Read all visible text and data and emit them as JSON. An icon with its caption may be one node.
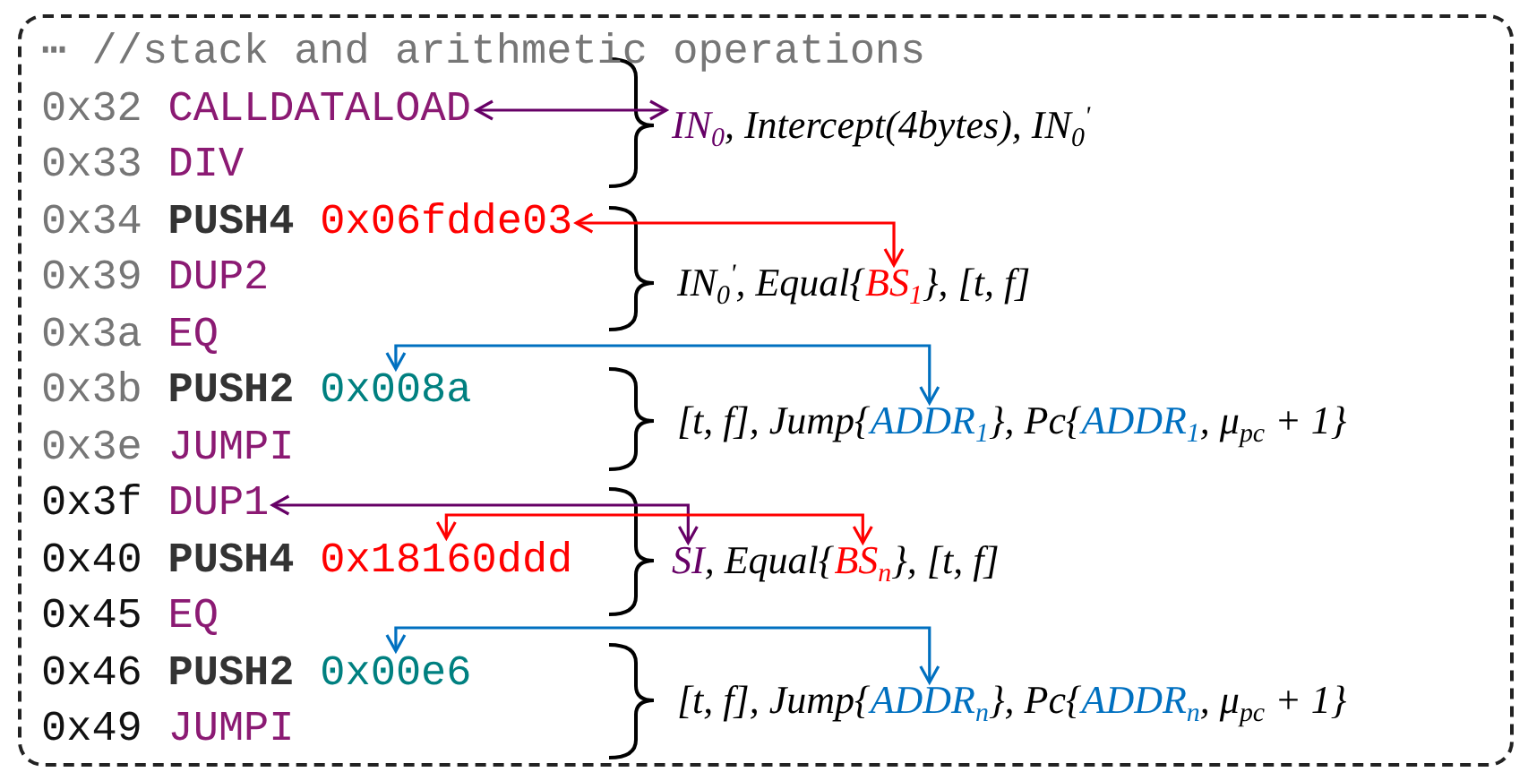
{
  "diagram": {
    "nodes": [
      {
        "text": [
          "⋯ //stack and arithmetic operations"
        ]
      },
      {
        "text": [
          "CALLDATALOAD"
        ],
        "in": 0
      },
      {
        "text": [
          "0x06fdde03"
        ],
        "in": 0
      },
      {
        "text": [
          "0x008a"
        ],
        "in": 0
      },
      {
        "text": [
          "DUP1"
        ],
        "in": 0
      },
      {
        "text": [
          "0x18160ddd"
        ],
        "in": 0
      },
      {
        "text": [
          "0x00e6"
        ],
        "in": 0
      },
      {
        "text": [
          "IN$_{0}$",
          ", Intercept(4bytes), IN$_{0}$$^{'}$"
        ],
        "in": 0
      },
      {
        "text": [
          "IN$_{0}$$^{'}$, Equal{",
          "BS$_{1}$",
          "}, [t, f]"
        ],
        "in": 0
      },
      {
        "text": [
          "[t, f], Jump{",
          "ADDR$_{1}$",
          "}, Pc{",
          "ADDR$_{1}$",
          ", μ$_{pc}$ + 1}"
        ],
        "in": 0
      },
      {
        "text": [
          "SI",
          ", Equal{",
          "BS$_{n}$",
          "}, [t, f]"
        ],
        "in": 0
      },
      {
        "text": [
          "[t, f], Jump{",
          "ADDR$_{n}$",
          "}, Pc{",
          "ADDR$_{n}$",
          ", μ$_{pc}$ + 1}"
        ],
        "in": 0
      }
    ],
    "edges": [
      {
        "from": 1,
        "to": 7,
        "arrow": "both",
        "color": "#660066"
      },
      {
        "from": 2,
        "to": 8,
        "arrow": "both",
        "color": "#ff0000"
      },
      {
        "from": 3,
        "to": 9,
        "arrow": "both",
        "color": "#0070c0"
      },
      {
        "from": 4,
        "to": 10,
        "arrow": "both",
        "color": "#660066"
      },
      {
        "from": 5,
        "to": 10,
        "arrow": "both",
        "color": "#ff0000"
      },
      {
        "from": 6,
        "to": 11,
        "arrow": "both",
        "color": "#0070c0"
      }
    ],
    "labels": [
      "0x32",
      "0x33",
      "DIV",
      "0x34",
      "PUSH4",
      "0x39",
      "DUP2",
      "0x3a",
      "EQ",
      "0x3b",
      "PUSH2",
      "0x3e",
      "JUMPI",
      "0x3f",
      "0x40",
      "PUSH4",
      "0x45",
      "EQ",
      "0x46",
      "PUSH2",
      "0x49",
      "JUMPI"
    ]
  }
}
